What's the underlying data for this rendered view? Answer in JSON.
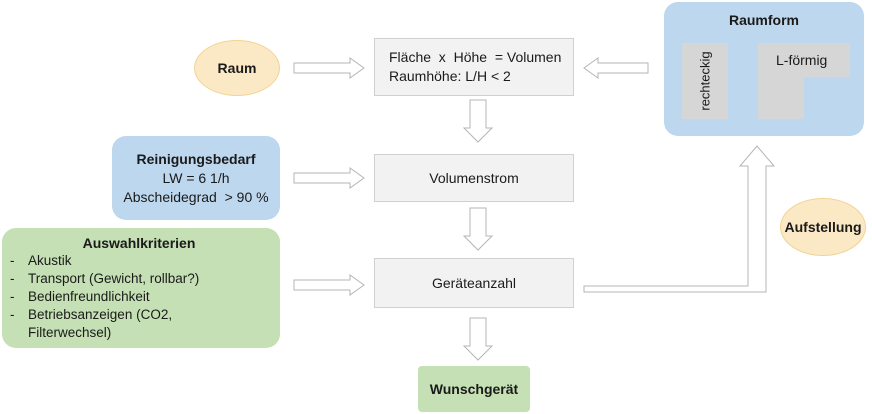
{
  "colors": {
    "yellow": "#fbe9c6",
    "yellow_border": "#f2d394",
    "blue": "#bdd7ee",
    "green": "#c5e0b4",
    "gray_box": "#f2f2f2",
    "gray_shape": "#d6d6d6"
  },
  "nodes": {
    "raum": "Raum",
    "formula_line1": "Fläche  x  Höhe  = Volumen",
    "formula_line2": "Raumhöhe: L/H < 2",
    "reinigung_title": "Reinigungsbedarf",
    "reinigung_line1": "LW = 6 1/h",
    "reinigung_line2": "Abscheidegrad  > 90 %",
    "volumenstrom": "Volumenstrom",
    "auswahl_title": "Auswahlkriterien",
    "auswahl_items": [
      "Akustik",
      "Transport (Gewicht, rollbar?)",
      "Bedienfreundlichkeit",
      "Betriebsanzeigen (CO2, Filterwechsel)"
    ],
    "geraeteanzahl": "Geräteanzahl",
    "wunschgeraet": "Wunschgerät",
    "raumform_title": "Raumform",
    "rechteckig": "rechteckig",
    "l_foermig": "L-förmig",
    "aufstellung": "Aufstellung"
  }
}
